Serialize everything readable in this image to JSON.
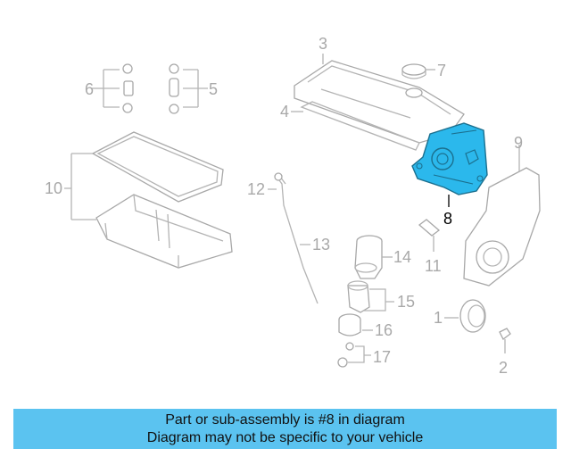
{
  "diagram": {
    "callouts": {
      "c1": "1",
      "c2": "2",
      "c3": "3",
      "c4": "4",
      "c5": "5",
      "c6": "6",
      "c7": "7",
      "c8": "8",
      "c9": "9",
      "c10": "10",
      "c11": "11",
      "c12": "12",
      "c13": "13",
      "c14": "14",
      "c15": "15",
      "c16": "16",
      "c17": "17"
    },
    "highlight_part": "8",
    "colors": {
      "highlight": "#2bb8ec",
      "banner": "#5bc3f0",
      "line": "#b4b4b4"
    }
  },
  "banner": {
    "line1": "Part or sub-assembly is #8 in diagram",
    "line2": "Diagram may not be specific to your vehicle"
  }
}
